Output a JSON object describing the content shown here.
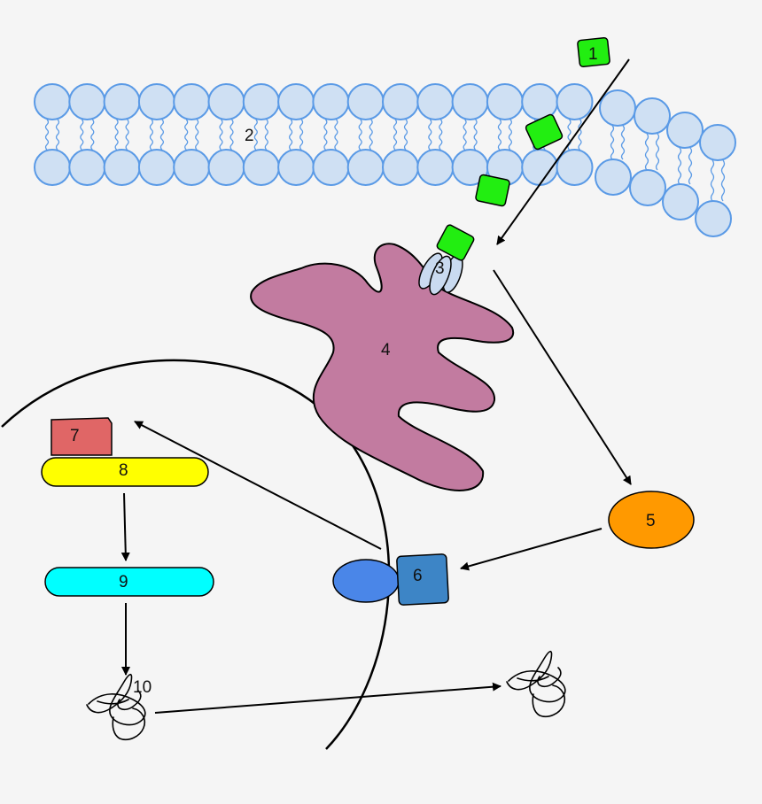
{
  "labels": {
    "ligand": "1",
    "membrane": "2",
    "receptor_site": "3",
    "receptor": "4",
    "messenger": "5",
    "kinase": "6",
    "factor_top": "7",
    "gene": "8",
    "mrna": "9",
    "protein": "10"
  },
  "colors": {
    "background": "#f5f5f5",
    "lipid_head": "#cfe0f3",
    "lipid_edge": "#5a9ae6",
    "ligand": "#22ee11",
    "receptor_body": "#c27ba0",
    "receptor_site": "#c9daf0",
    "messenger": "#ff9900",
    "kinase": "#3d85c6",
    "kinase_partner": "#4a86e8",
    "factor_top": "#e06666",
    "gene": "#ffff00",
    "mrna": "#00ffff"
  }
}
